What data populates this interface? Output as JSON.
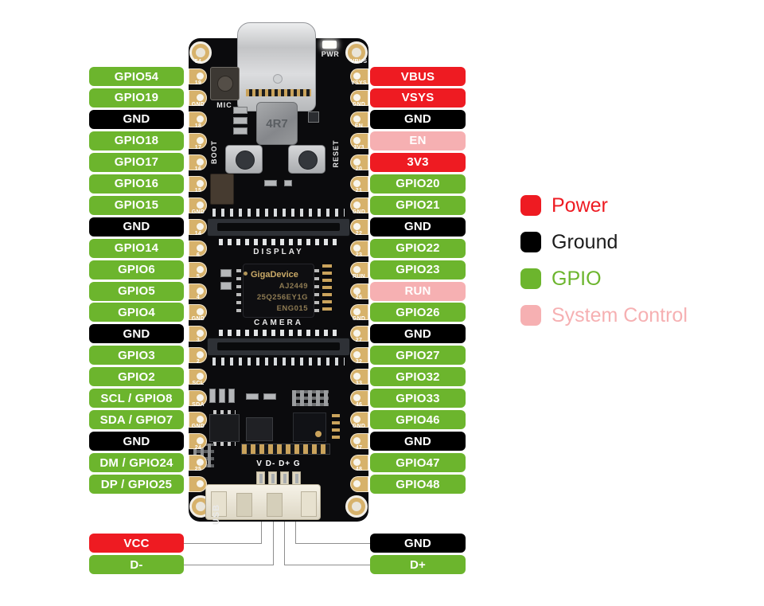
{
  "colors": {
    "power": "#ee1b22",
    "ground": "#000000",
    "gpio": "#6cb52d",
    "system": "#f6b0b2",
    "board": "#0b0b0d",
    "pad": "#d7b26b",
    "wire": "#8f8f8f"
  },
  "legend": [
    {
      "label": "Power",
      "type": "power"
    },
    {
      "label": "Ground",
      "type": "ground"
    },
    {
      "label": "GPIO",
      "type": "gpio"
    },
    {
      "label": "System Control",
      "type": "system"
    }
  ],
  "left_pins": [
    {
      "label": "GPIO54",
      "silk": "54",
      "type": "gpio"
    },
    {
      "label": "GPIO19",
      "silk": "19",
      "type": "gpio"
    },
    {
      "label": "GND",
      "silk": "GND",
      "type": "ground"
    },
    {
      "label": "GPIO18",
      "silk": "18",
      "type": "gpio"
    },
    {
      "label": "GPIO17",
      "silk": "17",
      "type": "gpio"
    },
    {
      "label": "GPIO16",
      "silk": "16",
      "type": "gpio"
    },
    {
      "label": "GPIO15",
      "silk": "15",
      "type": "gpio"
    },
    {
      "label": "GND",
      "silk": "GND",
      "type": "ground"
    },
    {
      "label": "GPIO14",
      "silk": "14",
      "type": "gpio"
    },
    {
      "label": "GPIO6",
      "silk": "6",
      "type": "gpio"
    },
    {
      "label": "GPIO5",
      "silk": "5",
      "type": "gpio"
    },
    {
      "label": "GPIO4",
      "silk": "4",
      "type": "gpio"
    },
    {
      "label": "GND",
      "silk": "GND",
      "type": "ground"
    },
    {
      "label": "GPIO3",
      "silk": "3",
      "type": "gpio"
    },
    {
      "label": "GPIO2",
      "silk": "2",
      "type": "gpio"
    },
    {
      "label": "SCL / GPIO8",
      "silk": "SCL",
      "type": "gpio"
    },
    {
      "label": "SDA / GPIO7",
      "silk": "SDA",
      "type": "gpio"
    },
    {
      "label": "GND",
      "silk": "GND",
      "type": "ground"
    },
    {
      "label": "DM / GPIO24",
      "silk": "24",
      "type": "gpio"
    },
    {
      "label": "DP / GPIO25",
      "silk": "25",
      "type": "gpio"
    }
  ],
  "right_pins": [
    {
      "label": "VBUS",
      "silk": "VBUS",
      "type": "power"
    },
    {
      "label": "VSYS",
      "silk": "VSYS",
      "type": "power"
    },
    {
      "label": "GND",
      "silk": "GND",
      "type": "ground"
    },
    {
      "label": "EN",
      "silk": "EN",
      "type": "system"
    },
    {
      "label": "3V3",
      "silk": "3V3",
      "type": "power"
    },
    {
      "label": "GPIO20",
      "silk": "20",
      "type": "gpio"
    },
    {
      "label": "GPIO21",
      "silk": "21",
      "type": "gpio"
    },
    {
      "label": "GND",
      "silk": "GND",
      "type": "ground"
    },
    {
      "label": "GPIO22",
      "silk": "22",
      "type": "gpio"
    },
    {
      "label": "GPIO23",
      "silk": "23",
      "type": "gpio"
    },
    {
      "label": "RUN",
      "silk": "RUN",
      "type": "system"
    },
    {
      "label": "GPIO26",
      "silk": "26",
      "type": "gpio"
    },
    {
      "label": "GND",
      "silk": "GND",
      "type": "ground"
    },
    {
      "label": "GPIO27",
      "silk": "27",
      "type": "gpio"
    },
    {
      "label": "GPIO32",
      "silk": "32",
      "type": "gpio"
    },
    {
      "label": "GPIO33",
      "silk": "33",
      "type": "gpio"
    },
    {
      "label": "GPIO46",
      "silk": "46",
      "type": "gpio"
    },
    {
      "label": "GND",
      "silk": "GND",
      "type": "ground"
    },
    {
      "label": "GPIO47",
      "silk": "47",
      "type": "gpio"
    },
    {
      "label": "GPIO48",
      "silk": "48",
      "type": "gpio"
    }
  ],
  "usb_header": {
    "left": [
      {
        "label": "VCC",
        "type": "power"
      },
      {
        "label": "D-",
        "type": "gpio"
      }
    ],
    "right": [
      {
        "label": "GND",
        "type": "ground"
      },
      {
        "label": "D+",
        "type": "gpio"
      }
    ]
  },
  "board": {
    "silk": {
      "pwr": "PWR",
      "mic": "MIC",
      "boot": "BOOT",
      "reset": "RESET",
      "display": "DISPLAY",
      "camera": "CAMERA",
      "usb": "USB",
      "header": "V D- D+ G"
    },
    "chip": {
      "brand": "GigaDevice",
      "model": "AJ2449",
      "part": "25Q256EY1G",
      "code": "ENG015"
    },
    "inductor": "4R7"
  }
}
